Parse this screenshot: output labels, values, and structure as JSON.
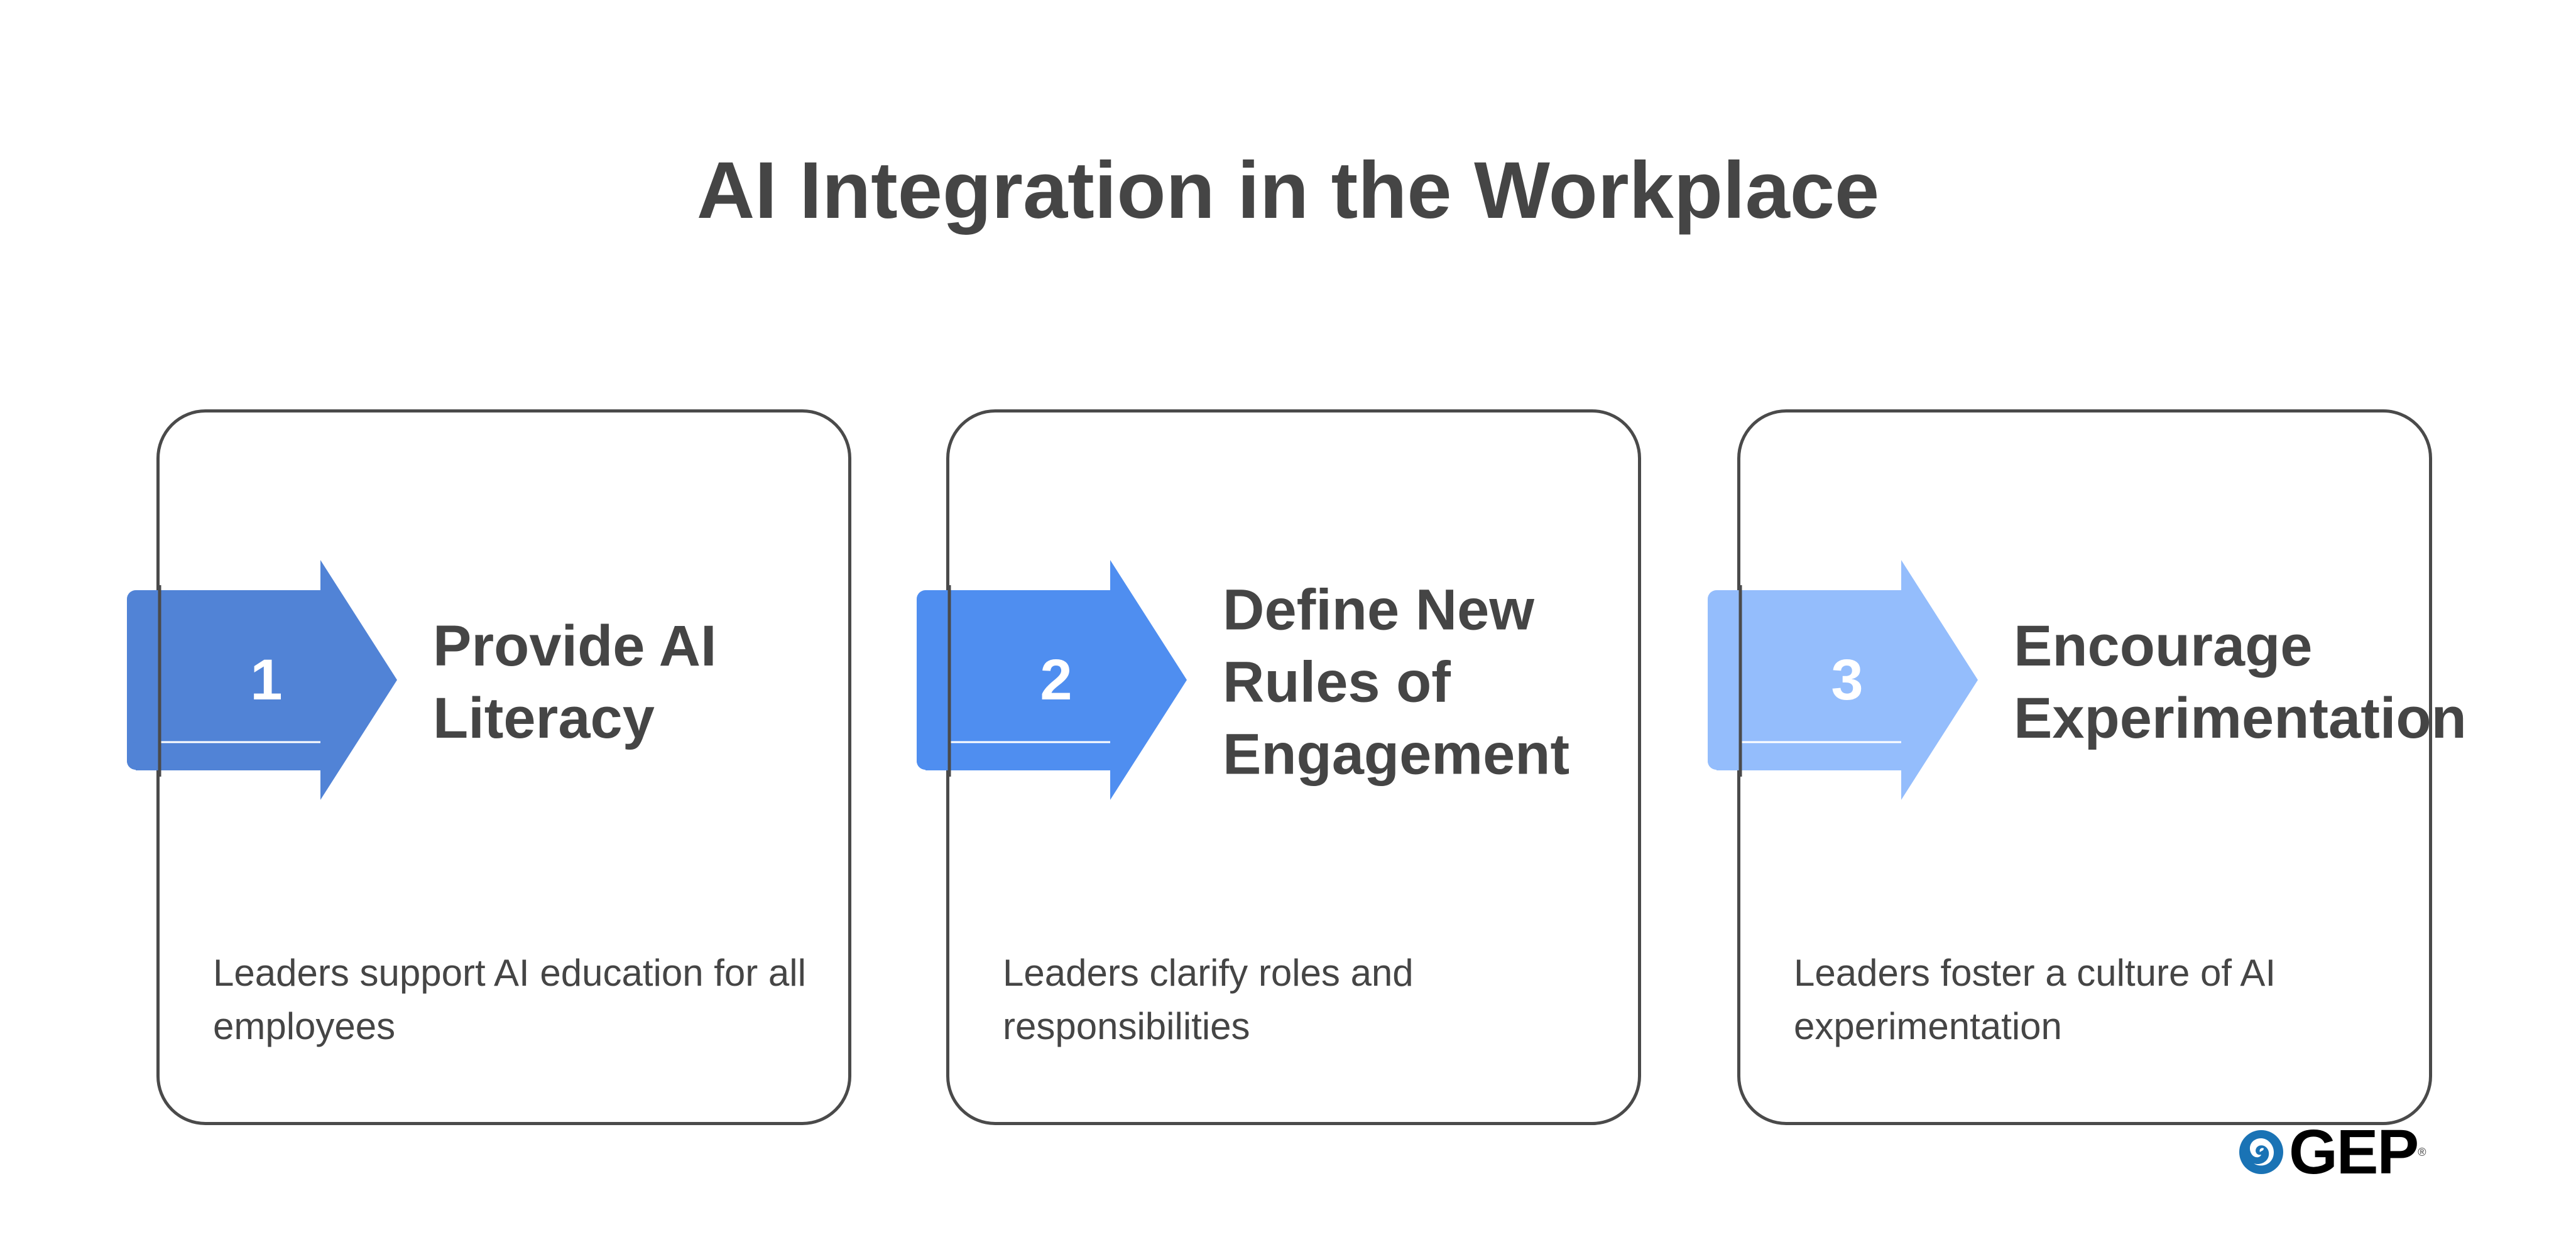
{
  "title": "AI Integration in the Workplace",
  "steps": [
    {
      "number": "1",
      "title": "Provide AI Literacy",
      "description": "Leaders support AI education for all employees",
      "color": "#5183d6"
    },
    {
      "number": "2",
      "title": "Define New Rules of Engagement",
      "description": "Leaders clarify roles and responsibilities",
      "color": "#4f8ef0"
    },
    {
      "number": "3",
      "title": "Encourage Experimentation",
      "description": "Leaders foster a culture of AI experimentation",
      "color": "#94bdfc"
    }
  ],
  "logo": {
    "text": "GEP",
    "mark": "®",
    "color": "#1a73b5"
  }
}
